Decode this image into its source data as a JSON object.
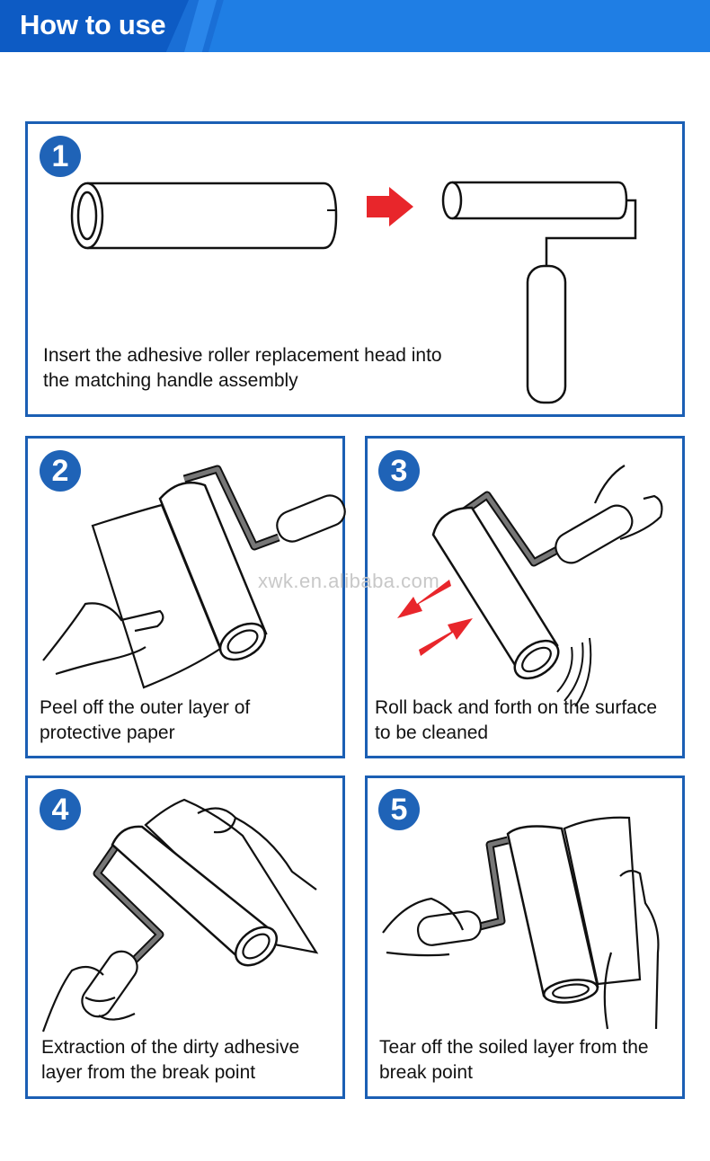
{
  "header": {
    "title": "How to use"
  },
  "watermark": "xwk.en.alibaba.com",
  "colors": {
    "brand_blue": "#1a6fd6",
    "border_blue": "#1b5fb4",
    "arrow_red": "#e8262b"
  },
  "steps": [
    {
      "number": "1",
      "caption_line1": "Insert the adhesive roller replacement head into",
      "caption_line2": "the matching handle assembly"
    },
    {
      "number": "2",
      "caption_line1": "Peel off the outer layer of",
      "caption_line2": "protective paper"
    },
    {
      "number": "3",
      "caption_line1": "Roll back and forth on the surface",
      "caption_line2": "to be cleaned"
    },
    {
      "number": "4",
      "caption_line1": "Extraction of the dirty adhesive",
      "caption_line2": "layer from the break point"
    },
    {
      "number": "5",
      "caption_line1": "Tear off the soiled layer from the",
      "caption_line2": "break point"
    }
  ]
}
